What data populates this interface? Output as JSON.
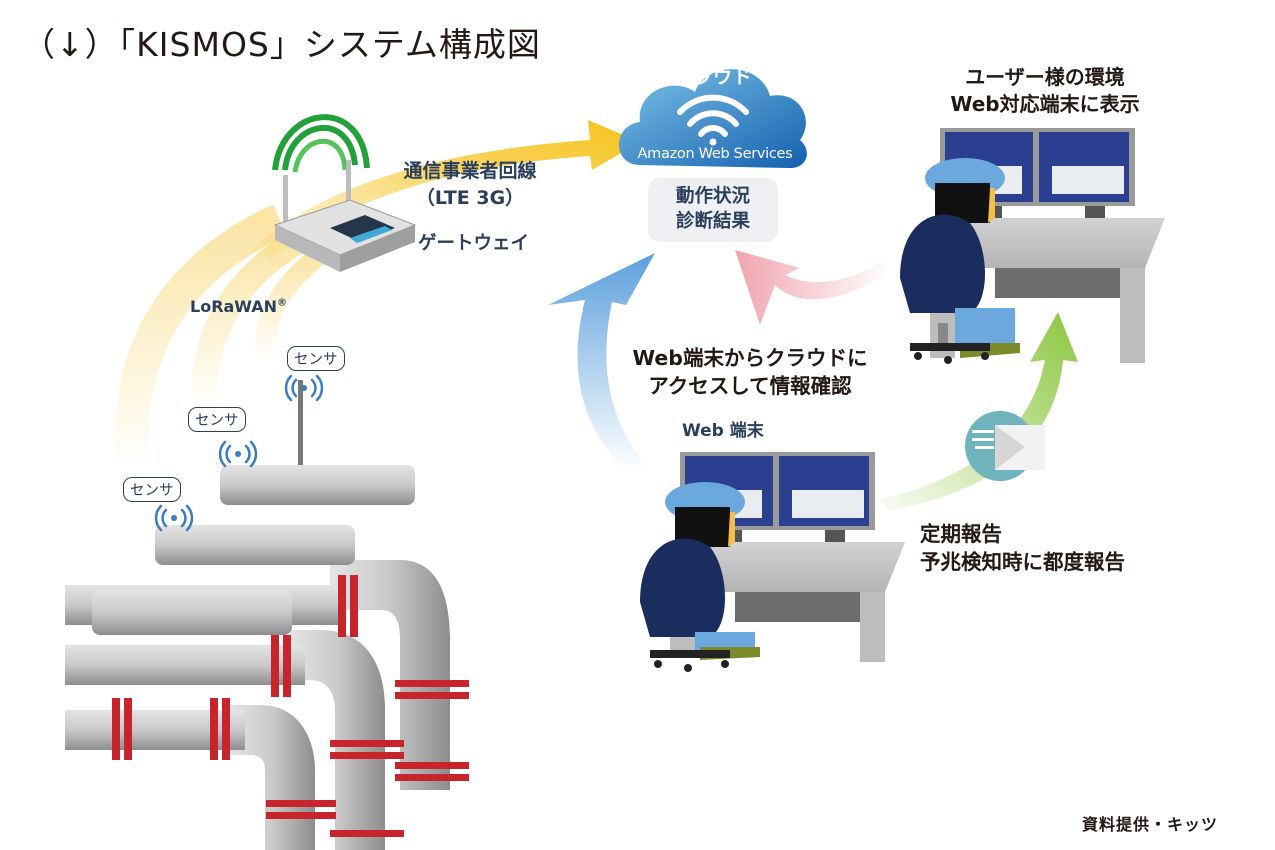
{
  "title": "（↓）「KISMOS」システム構成図",
  "cloud": {
    "label": "クラウド",
    "service": "Amazon Web Services",
    "icon": "wifi-icon",
    "status_lines": [
      "動作状況",
      "診断結果"
    ]
  },
  "user_environment": {
    "lines": [
      "ユーザー様の環境",
      "Web対応端末に表示"
    ]
  },
  "carrier_line": {
    "lines": [
      "通信事業者回線",
      "（LTE 3G）"
    ]
  },
  "gateway": {
    "label": "ゲートウェイ"
  },
  "lorawan": {
    "label": "LoRaWAN",
    "mark": "®"
  },
  "sensors": [
    {
      "label": "センサ"
    },
    {
      "label": "センサ"
    },
    {
      "label": "センサ"
    }
  ],
  "access_note": {
    "lines": [
      "Web端末からクラウドに",
      "アクセスして情報確認"
    ]
  },
  "web_terminal": {
    "label": "Web 端末"
  },
  "report_note": {
    "lines": [
      "定期報告",
      "予兆検知時に都度報告"
    ],
    "icon": "mail-icon"
  },
  "credit": "資料提供・キッツ",
  "colors": {
    "cloud_blue": "#1f6fb8",
    "label_navy": "#2b3f5c",
    "signal_blue": "#3a7cc2",
    "lte_yellow": "#f6c21b",
    "access_arrow_blue": "#5b9fdc",
    "status_arrow_pink": "#ee9aa5",
    "report_arrow_green": "#8cc63f",
    "flange_red": "#c8242b",
    "monitor_blue": "#2a3f8f"
  }
}
